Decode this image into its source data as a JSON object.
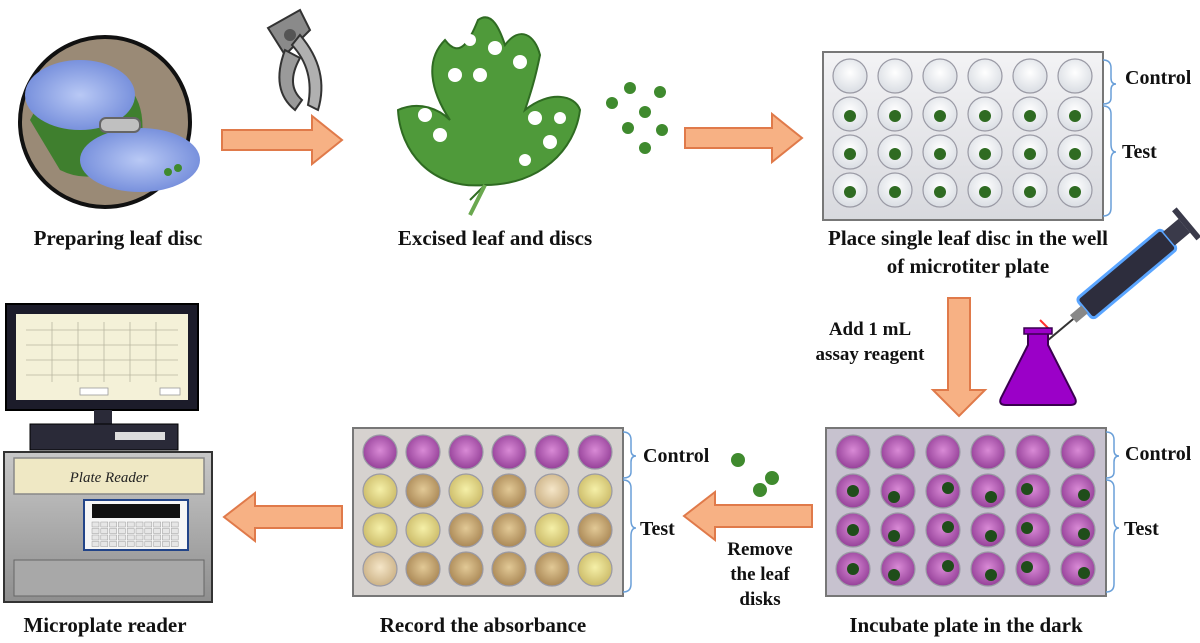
{
  "steps": {
    "prepare": "Preparing leaf disc",
    "excised": "Excised leaf and discs",
    "place_line1": "Place single leaf disc in the well",
    "place_line2": "of microtiter plate",
    "incubate": "Incubate plate in the dark",
    "record": "Record the absorbance",
    "reader": "Microplate reader"
  },
  "arrow_labels": {
    "add_line1": "Add 1 mL",
    "add_line2": "assay reagent",
    "remove_line1": "Remove",
    "remove_line2": "the leaf",
    "remove_line3": "disks"
  },
  "plate_labels": {
    "control_top": "Control",
    "test_top": "Test",
    "control_incubate": "Control",
    "test_incubate": "Test",
    "control_record": "Control",
    "test_record": "Test"
  },
  "device": {
    "label": "Plate Reader"
  },
  "colors": {
    "arrow_fill": "#f7b184",
    "arrow_stroke": "#e07a4a",
    "leaf": "#4f9a3a",
    "disc": "#3f8a2e",
    "purple_reagent": "#c060c0",
    "yellow_sample": "#e9e27a",
    "brown_sample": "#c9a46a",
    "flask": "#9b00c8",
    "bracket": "#6a9fd8"
  }
}
